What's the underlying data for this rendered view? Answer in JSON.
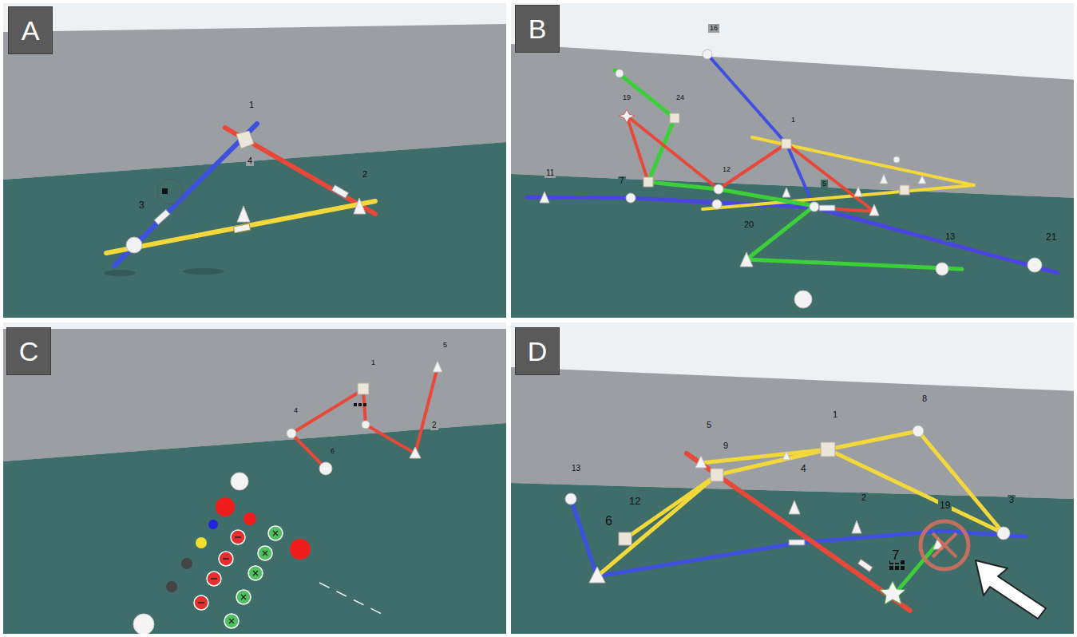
{
  "diagram": {
    "nodes": [
      {
        "text": [
          "A"
        ]
      },
      {
        "text": [
          "B"
        ]
      },
      {
        "text": [
          "C"
        ]
      },
      {
        "text": [
          "D"
        ]
      }
    ],
    "labels": [
      "1",
      "2",
      "3",
      "4",
      "16",
      "19",
      "24",
      "11",
      "7",
      "12",
      "1",
      "5",
      "20",
      "13",
      "21",
      "1",
      "5",
      "4",
      "6",
      "2",
      "13",
      "12",
      "6",
      "5",
      "9",
      "1",
      "8",
      "4",
      "2",
      "19",
      "3",
      "7"
    ]
  }
}
